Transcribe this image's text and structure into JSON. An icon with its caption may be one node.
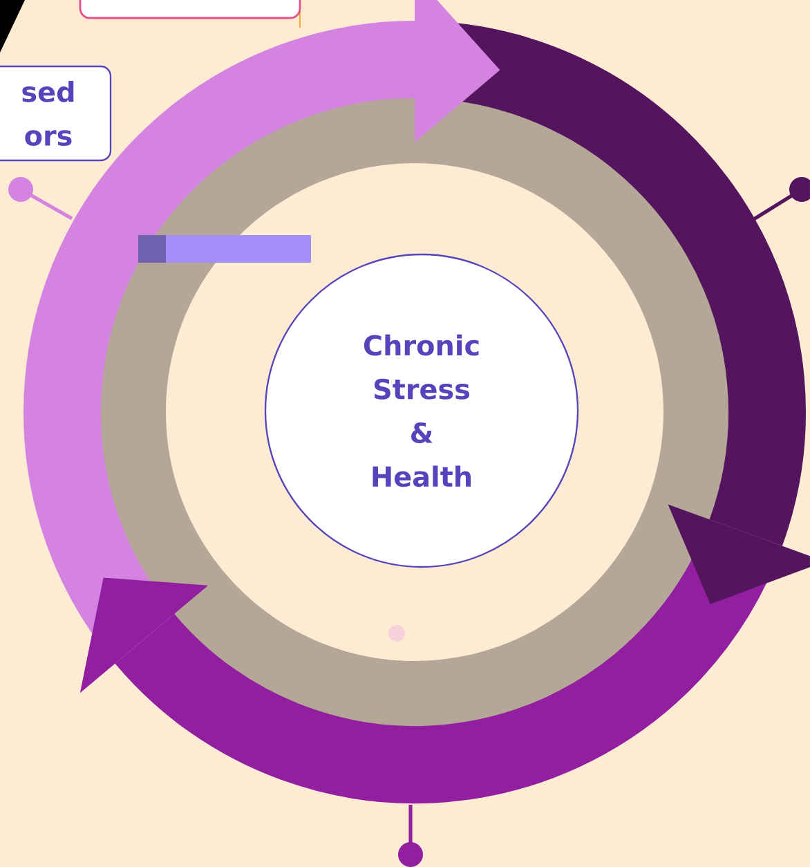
{
  "diagram": {
    "nodes": [
      {
        "text": [],
        "shape": "box"
      },
      {
        "text": [
          "sed ors"
        ]
      },
      {
        "text": [
          "Chronic Stress & Health"
        ]
      }
    ]
  }
}
